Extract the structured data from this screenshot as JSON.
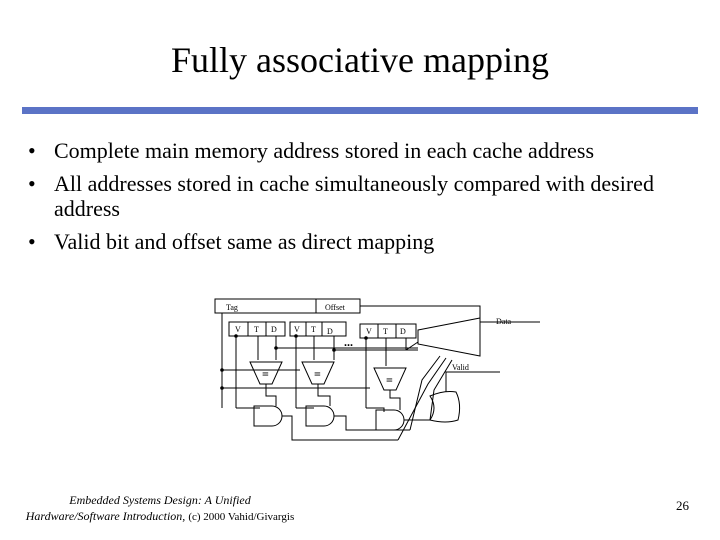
{
  "slide": {
    "title": "Fully associative mapping",
    "bullets": [
      "Complete main memory address stored in each cache address",
      "All addresses stored in cache simultaneously compared with desired address",
      "Valid bit and offset same as direct mapping"
    ],
    "accent_color": "#5b73c6"
  },
  "diagram": {
    "address_fields": {
      "tag": "Tag",
      "offset": "Offset"
    },
    "cache_entry_fields": [
      "V",
      "T",
      "D"
    ],
    "ellipsis": "...",
    "output_labels": {
      "data": "Data",
      "valid": "Valid"
    },
    "comparator_symbol": "="
  },
  "footer": {
    "line1": "Embedded Systems Design: A Unified",
    "line2_italic": "Hardware/Software Introduction,",
    "line2_plain": "(c) 2000 Vahid/Givargis",
    "page_number": "26"
  }
}
